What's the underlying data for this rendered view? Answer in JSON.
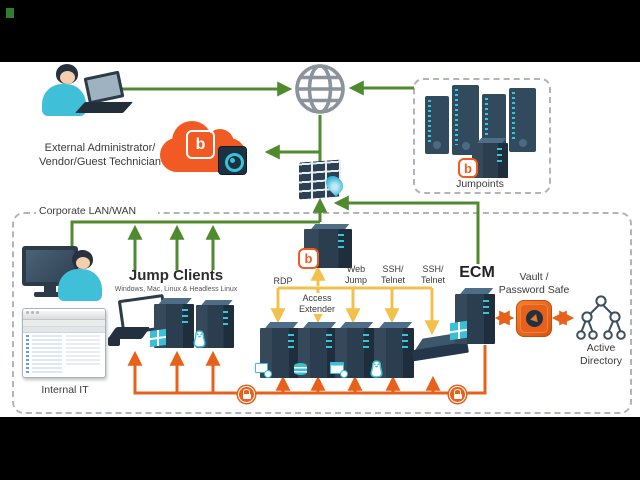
{
  "diagram": {
    "external_admin": {
      "line1": "External Administrator/",
      "line2": "Vendor/Guest Technician"
    },
    "jumpoints": {
      "label": "Jumpoints"
    },
    "corporate_lan": {
      "label": "Corporate LAN/WAN"
    },
    "internal_it": {
      "label": "Internal IT"
    },
    "jump_clients": {
      "title": "Jump Clients",
      "subtitle": "Windows, Mac, Linux & Headless Linux"
    },
    "appliance_links": {
      "rdp": "RDP",
      "access_extender": [
        "Access",
        "Extender"
      ],
      "web_jump": [
        "Web",
        "Jump"
      ],
      "ssh_telnet_1": [
        "SSH/",
        "Telnet"
      ],
      "ssh_telnet_2": [
        "SSH/",
        "Telnet"
      ]
    },
    "ecm": {
      "label": "ECM"
    },
    "vault": {
      "line1": "Vault /",
      "line2": "Password Safe"
    },
    "active_directory": {
      "line1": "Active",
      "line2": "Directory"
    }
  },
  "icons": {
    "beyondtrust_letter": "b"
  },
  "colors": {
    "connection_green": "#4f8b2e",
    "connection_orange": "#e8611a",
    "connection_amber": "#f2c14c",
    "device_navy": "#2b3e50",
    "accent_teal": "#3ac0d6",
    "brand_orange": "#f15a22",
    "globe_gray": "#8b939c",
    "letterbox_black": "#000000"
  }
}
